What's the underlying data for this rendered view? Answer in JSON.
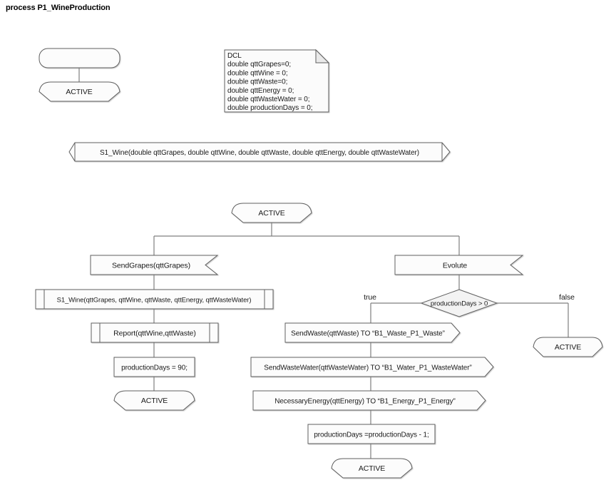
{
  "title": "process P1_WineProduction",
  "colors": {
    "shape_fill": "#fcfcfc",
    "shape_stroke": "#5f5f5f",
    "connector": "#7f7f7f",
    "text": "#1a1a1a"
  },
  "dcl_note": {
    "lines": [
      "DCL",
      "double qttGrapes=0;",
      "double qttWine = 0;",
      "double qttWaste=0;",
      "double qttEnergy = 0;",
      "double qttWasteWater = 0;",
      "double productionDays = 0;"
    ]
  },
  "nodes": {
    "start_state": {
      "label": ""
    },
    "active_top": {
      "label": "ACTIVE"
    },
    "input_s1wine": {
      "label": "S1_Wine(double qttGrapes, double qttWine, double qttWaste, double qttEnergy, double qttWasteWater)"
    },
    "active_main": {
      "label": "ACTIVE"
    },
    "send_grapes": {
      "label": "SendGrapes(qttGrapes)"
    },
    "evolute": {
      "label": "Evolute"
    },
    "proc_s1wine": {
      "label": "S1_Wine(qttGrapes, qttWine, qttWaste, qttEnergy, qttWasteWater)"
    },
    "proc_report": {
      "label": "Report(qttWine,qttWaste)"
    },
    "set_days": {
      "label": "productionDays = 90;"
    },
    "active_left": {
      "label": "ACTIVE"
    },
    "decision": {
      "label": "productionDays > 0",
      "true_label": "true",
      "false_label": "false"
    },
    "send_waste": {
      "label": "SendWaste(qttWaste) TO “B1_Waste_P1_Waste”"
    },
    "send_wastewater": {
      "label": "SendWasteWater(qttWasteWater) TO “B1_Water_P1_WasteWater”"
    },
    "necessary_energy": {
      "label": "NecessaryEnergy(qttEnergy) TO “B1_Energy_P1_Energy”"
    },
    "decrement_days": {
      "label": "productionDays =productionDays - 1;"
    },
    "active_bottom": {
      "label": "ACTIVE"
    },
    "active_false": {
      "label": "ACTIVE"
    }
  }
}
